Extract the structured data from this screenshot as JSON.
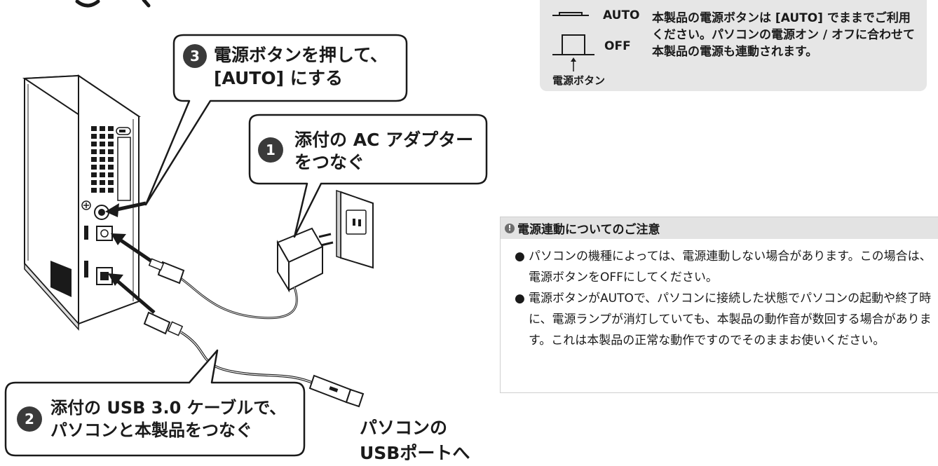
{
  "callouts": {
    "step1": {
      "number": "1",
      "line1": "添付の AC アダプター",
      "line2": "をつなぐ"
    },
    "step2": {
      "number": "2",
      "line1": "添付の USB 3.0 ケーブルで、",
      "line2": "パソコンと本製品をつなぐ"
    },
    "step3": {
      "number": "3",
      "line1": "電源ボタンを押して、",
      "line2": "[AUTO] にする"
    }
  },
  "pc_port": {
    "line1": "パソコンの",
    "line2": "USBポートへ"
  },
  "power_switch": {
    "auto_label": "AUTO",
    "off_label": "OFF",
    "caption": "電源ボタン",
    "description": "本製品の電源ボタンは [AUTO] でままでご利用ください。パソコンの電源オン / オフに合わせて本製品の電源も連動されます。"
  },
  "note": {
    "title": "電源連動についてのご注意",
    "items": [
      "パソコンの機種によっては、電源連動しない場合があります。この場合は、電源ボタンをOFFにしてください。",
      "電源ボタンがAUTOで、パソコンに接続した状態でパソコンの起動や終了時に、電源ランプが消灯していても、本製品の動作音が数回する場合があります。これは本製品の正常な動作ですのでそのままお使いください。"
    ],
    "bullet": "●"
  },
  "colors": {
    "badge": "#3a3a3a",
    "box_gray": "#e6e6e6",
    "line": "#1a1a1a"
  }
}
